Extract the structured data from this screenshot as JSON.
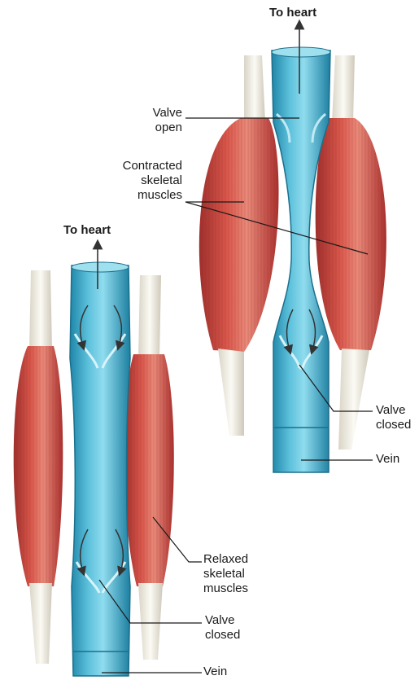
{
  "diagram": {
    "top": {
      "to_heart": "To heart",
      "valve_open": [
        "Valve",
        "open"
      ],
      "contracted_muscles": [
        "Contracted",
        "skeletal",
        "muscles"
      ],
      "valve_closed": [
        "Valve",
        "closed"
      ],
      "vein": "Vein"
    },
    "bottom": {
      "to_heart": "To heart",
      "relaxed_muscles": [
        "Relaxed",
        "skeletal",
        "muscles"
      ],
      "valve_closed": [
        "Valve",
        "closed"
      ],
      "vein": "Vein"
    }
  },
  "colors": {
    "muscle": "#c8463f",
    "muscle_light": "#e47b6d",
    "tendon": "#efece2",
    "vein": "#3aa9c8",
    "vein_light": "#7fd1e6",
    "leader_line": "#1a1a1a"
  }
}
